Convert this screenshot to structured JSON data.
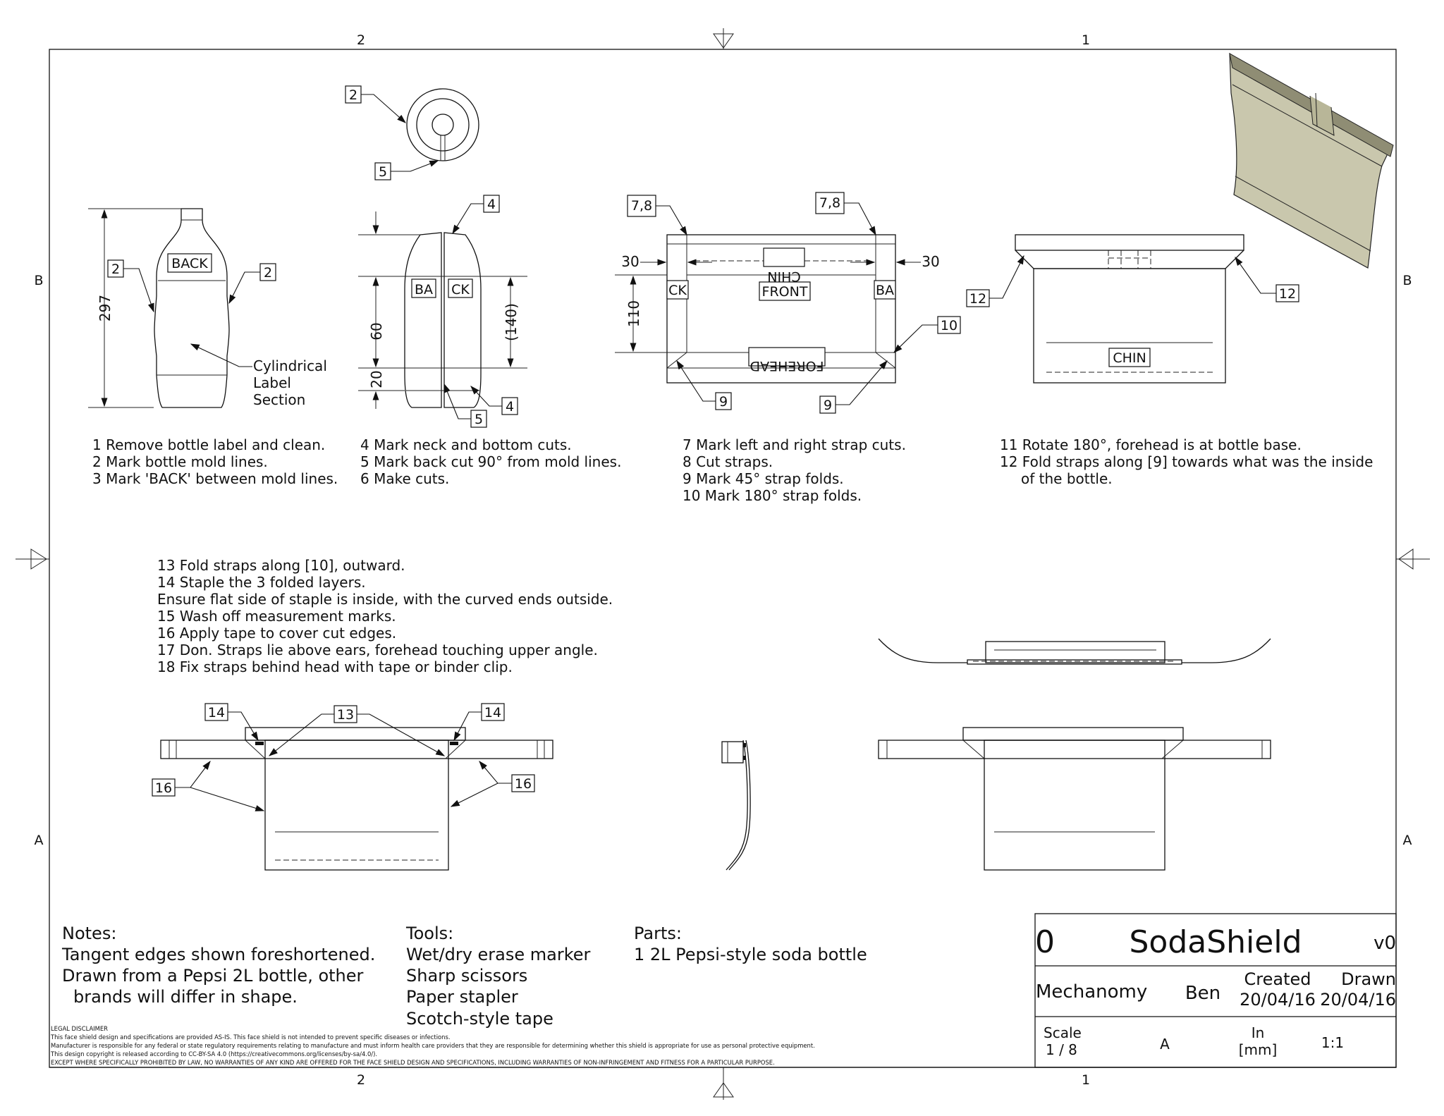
{
  "zones": {
    "col_2": "2",
    "col_1": "1",
    "row_b": "B",
    "row_a": "A"
  },
  "callouts": {
    "c2": "2",
    "c4": "4",
    "c5": "5",
    "c78": "7,8",
    "c9": "9",
    "c10": "10",
    "c12": "12",
    "c13": "13",
    "c14": "14",
    "c16": "16"
  },
  "labels": {
    "back": "BACK",
    "ba": "BA",
    "ck": "CK",
    "chin": "CHIN",
    "front": "FRONT",
    "forehead": "FOREHEAD"
  },
  "dimensions": {
    "d297": "297",
    "d60": "60",
    "d20": "20",
    "d140": "(140)",
    "d30": "30",
    "d110": "110"
  },
  "bottle_label": {
    "line1": "Cylindrical",
    "line2": "Label",
    "line3": "Section"
  },
  "steps": {
    "group1": [
      "1 Remove bottle label and clean.",
      "2 Mark bottle mold lines.",
      "3 Mark 'BACK' between mold lines."
    ],
    "group2": [
      "4 Mark neck and bottom cuts.",
      "5 Mark back cut 90° from mold lines.",
      "6 Make cuts."
    ],
    "group3": [
      "7 Mark left and right strap cuts.",
      "8 Cut straps.",
      "9 Mark 45° strap folds.",
      "10 Mark 180° strap folds."
    ],
    "group4": [
      "11 Rotate 180°, forehead is at bottle base.",
      "12 Fold straps along [9] towards what was the inside",
      "of the bottle."
    ],
    "group5": [
      "13 Fold straps along [10], outward.",
      "14 Staple the 3 folded layers.",
      "Ensure flat side of staple is inside, with the curved ends outside.",
      "15 Wash off measurement marks.",
      "16 Apply tape to cover cut edges.",
      "17 Don. Straps lie above ears, forehead touching upper angle.",
      "18 Fix straps behind head with tape or binder clip."
    ]
  },
  "notes": {
    "heading": "Notes:",
    "lines": [
      "Tangent edges shown foreshortened.",
      "Drawn from a Pepsi 2L bottle, other",
      "brands will differ in shape."
    ]
  },
  "tools": {
    "heading": "Tools:",
    "lines": [
      "Wet/dry erase marker",
      "Sharp scissors",
      "Paper stapler",
      "Scotch-style tape"
    ]
  },
  "parts": {
    "heading": "Parts:",
    "lines": [
      "1 2L Pepsi-style soda bottle"
    ]
  },
  "disclaimer": [
    "LEGAL DISCLAIMER",
    "This face shield design and specifications are provided AS-IS. This face shield is not intended to prevent specific diseases or infections.",
    "Manufacturer is responsible for any federal or state regulatory requirements relating to manufacture and must inform health care providers that they are responsible for determining whether this shield is appropriate for use as personal protective equipment.",
    "This design copyright is released according to CC-BY-SA 4.0 (https://creativecommons.org/licenses/by-sa/4.0/).",
    "EXCEPT WHERE SPECIFICALLY PROHIBITED BY LAW, NO WARRANTIES OF ANY KIND ARE OFFERED FOR THE FACE SHIELD DESIGN AND SPECIFICATIONS, INCLUDING WARRANTIES OF NON-INFRINGEMENT AND FITNESS FOR A PARTICULAR PURPOSE."
  ],
  "title_block": {
    "number": "0",
    "title": "SodaShield",
    "version": "v0",
    "company": "Mechanomy",
    "author": "Ben",
    "created_label": "Created",
    "created_date": "20/04/16",
    "drawn_label": "Drawn",
    "drawn_date": "20/04/16",
    "scale_label": "Scale",
    "scale_value": "1 / 8",
    "size": "A",
    "units_line1": "In",
    "units_line2": "[mm]",
    "ratio": "1:1"
  },
  "colors": {
    "line": "#111111",
    "shield_fill": "#c9c7ad",
    "shield_dark": "#8f8d74"
  }
}
